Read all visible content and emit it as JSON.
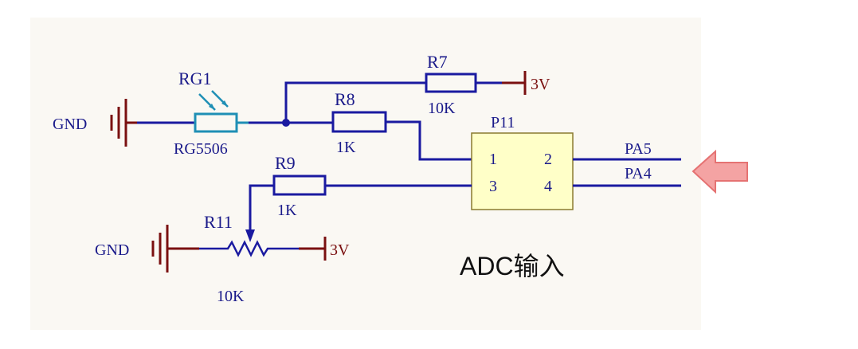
{
  "colors": {
    "background": "#ffffff",
    "panel": "#faf8f3",
    "wire": "#1a1aa0",
    "label": "#1a1a8a",
    "ground_power": "#7a1010",
    "photoresistor": "#1f8fb5",
    "connector_fill": "#ffffc8",
    "connector_stroke": "#8a7a30",
    "arrow_fill": "#f4a3a3",
    "arrow_stroke": "#e57272",
    "title": "#111111"
  },
  "components": {
    "rg1": {
      "designator": "RG1",
      "value": "RG5506"
    },
    "r7": {
      "designator": "R7",
      "value": "10K"
    },
    "r8": {
      "designator": "R8",
      "value": "1K"
    },
    "r9": {
      "designator": "R9",
      "value": "1K"
    },
    "r11": {
      "designator": "R11",
      "value": "10K"
    },
    "p11": {
      "designator": "P11",
      "pins": [
        "1",
        "2",
        "3",
        "4"
      ]
    }
  },
  "power": {
    "gnd_top": "GND",
    "gnd_bottom": "GND",
    "vcc_top": "3V",
    "vcc_bottom": "3V"
  },
  "nets": {
    "pa5": "PA5",
    "pa4": "PA4"
  },
  "caption": "ADC输入",
  "icons": {
    "ground": "ground-symbol-icon",
    "power": "power-bar-icon",
    "indicator": "left-arrow-icon"
  }
}
